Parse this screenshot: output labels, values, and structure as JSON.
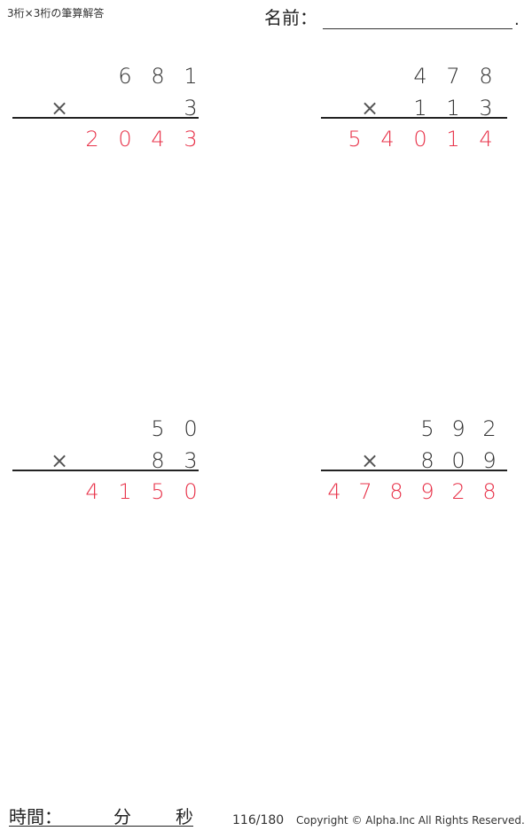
{
  "header": {
    "title": "3桁×3桁の筆算解答",
    "name_label": "名前：",
    "name_end": "."
  },
  "problems": [
    {
      "multiplicand": "681",
      "multiplier": "3",
      "answer": "2043",
      "operator": "×"
    },
    {
      "multiplicand": "478",
      "multiplier": "113",
      "answer": "54014",
      "operator": "×"
    },
    {
      "multiplicand": "50",
      "multiplier": "83",
      "answer": "4150",
      "operator": "×"
    },
    {
      "multiplicand": "592",
      "multiplier": "809",
      "answer": "478928",
      "operator": "×"
    }
  ],
  "footer": {
    "time_label": "時間：",
    "minutes_label": "分",
    "seconds_label": "秒",
    "page": "116/180",
    "copyright": "Copyright © Alpha.Inc All Rights Reserved."
  },
  "colors": {
    "answer": "#e8334a",
    "text": "#222222"
  }
}
